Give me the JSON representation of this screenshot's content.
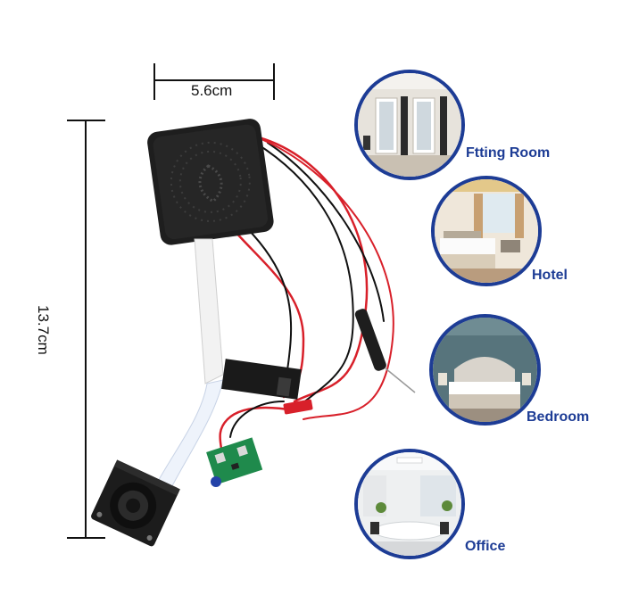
{
  "dimensions": {
    "width_label": "5.6cm",
    "height_label": "13.7cm"
  },
  "scenes": [
    {
      "label": "Ftting Room"
    },
    {
      "label": "Hotel"
    },
    {
      "label": "Bedroom"
    },
    {
      "label": "Office"
    }
  ],
  "colors": {
    "accent_blue": "#1d3c95",
    "device_black": "#1e1e1e",
    "wire_red": "#d8202a",
    "pcb_green": "#1f8a4c"
  }
}
